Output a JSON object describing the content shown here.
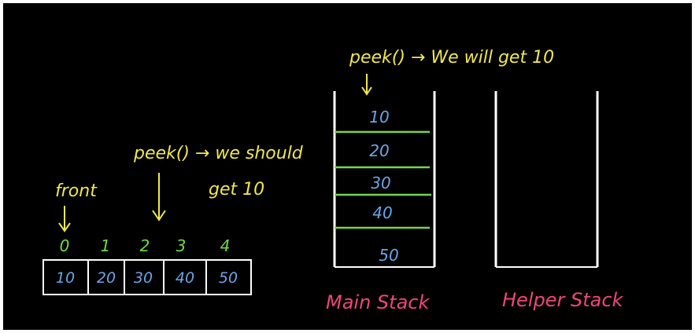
{
  "colors": {
    "background": "#000000",
    "frame": "#ffffff",
    "annotation": "#f2e84a",
    "index": "#6fdc3c",
    "value": "#6aa6e6",
    "separator": "#73d64b",
    "caption": "#f0457a"
  },
  "queue": {
    "front_label": "front",
    "peek_label_line1": "peek() → we should",
    "peek_label_line2": "get 10",
    "indices": [
      "0",
      "1",
      "2",
      "3",
      "4"
    ],
    "values": [
      "10",
      "20",
      "30",
      "40",
      "50"
    ]
  },
  "main_stack": {
    "peek_label": "peek() → We will get 10",
    "values": [
      "10",
      "20",
      "30",
      "40",
      "50"
    ],
    "caption": "Main Stack"
  },
  "helper_stack": {
    "caption": "Helper Stack"
  }
}
